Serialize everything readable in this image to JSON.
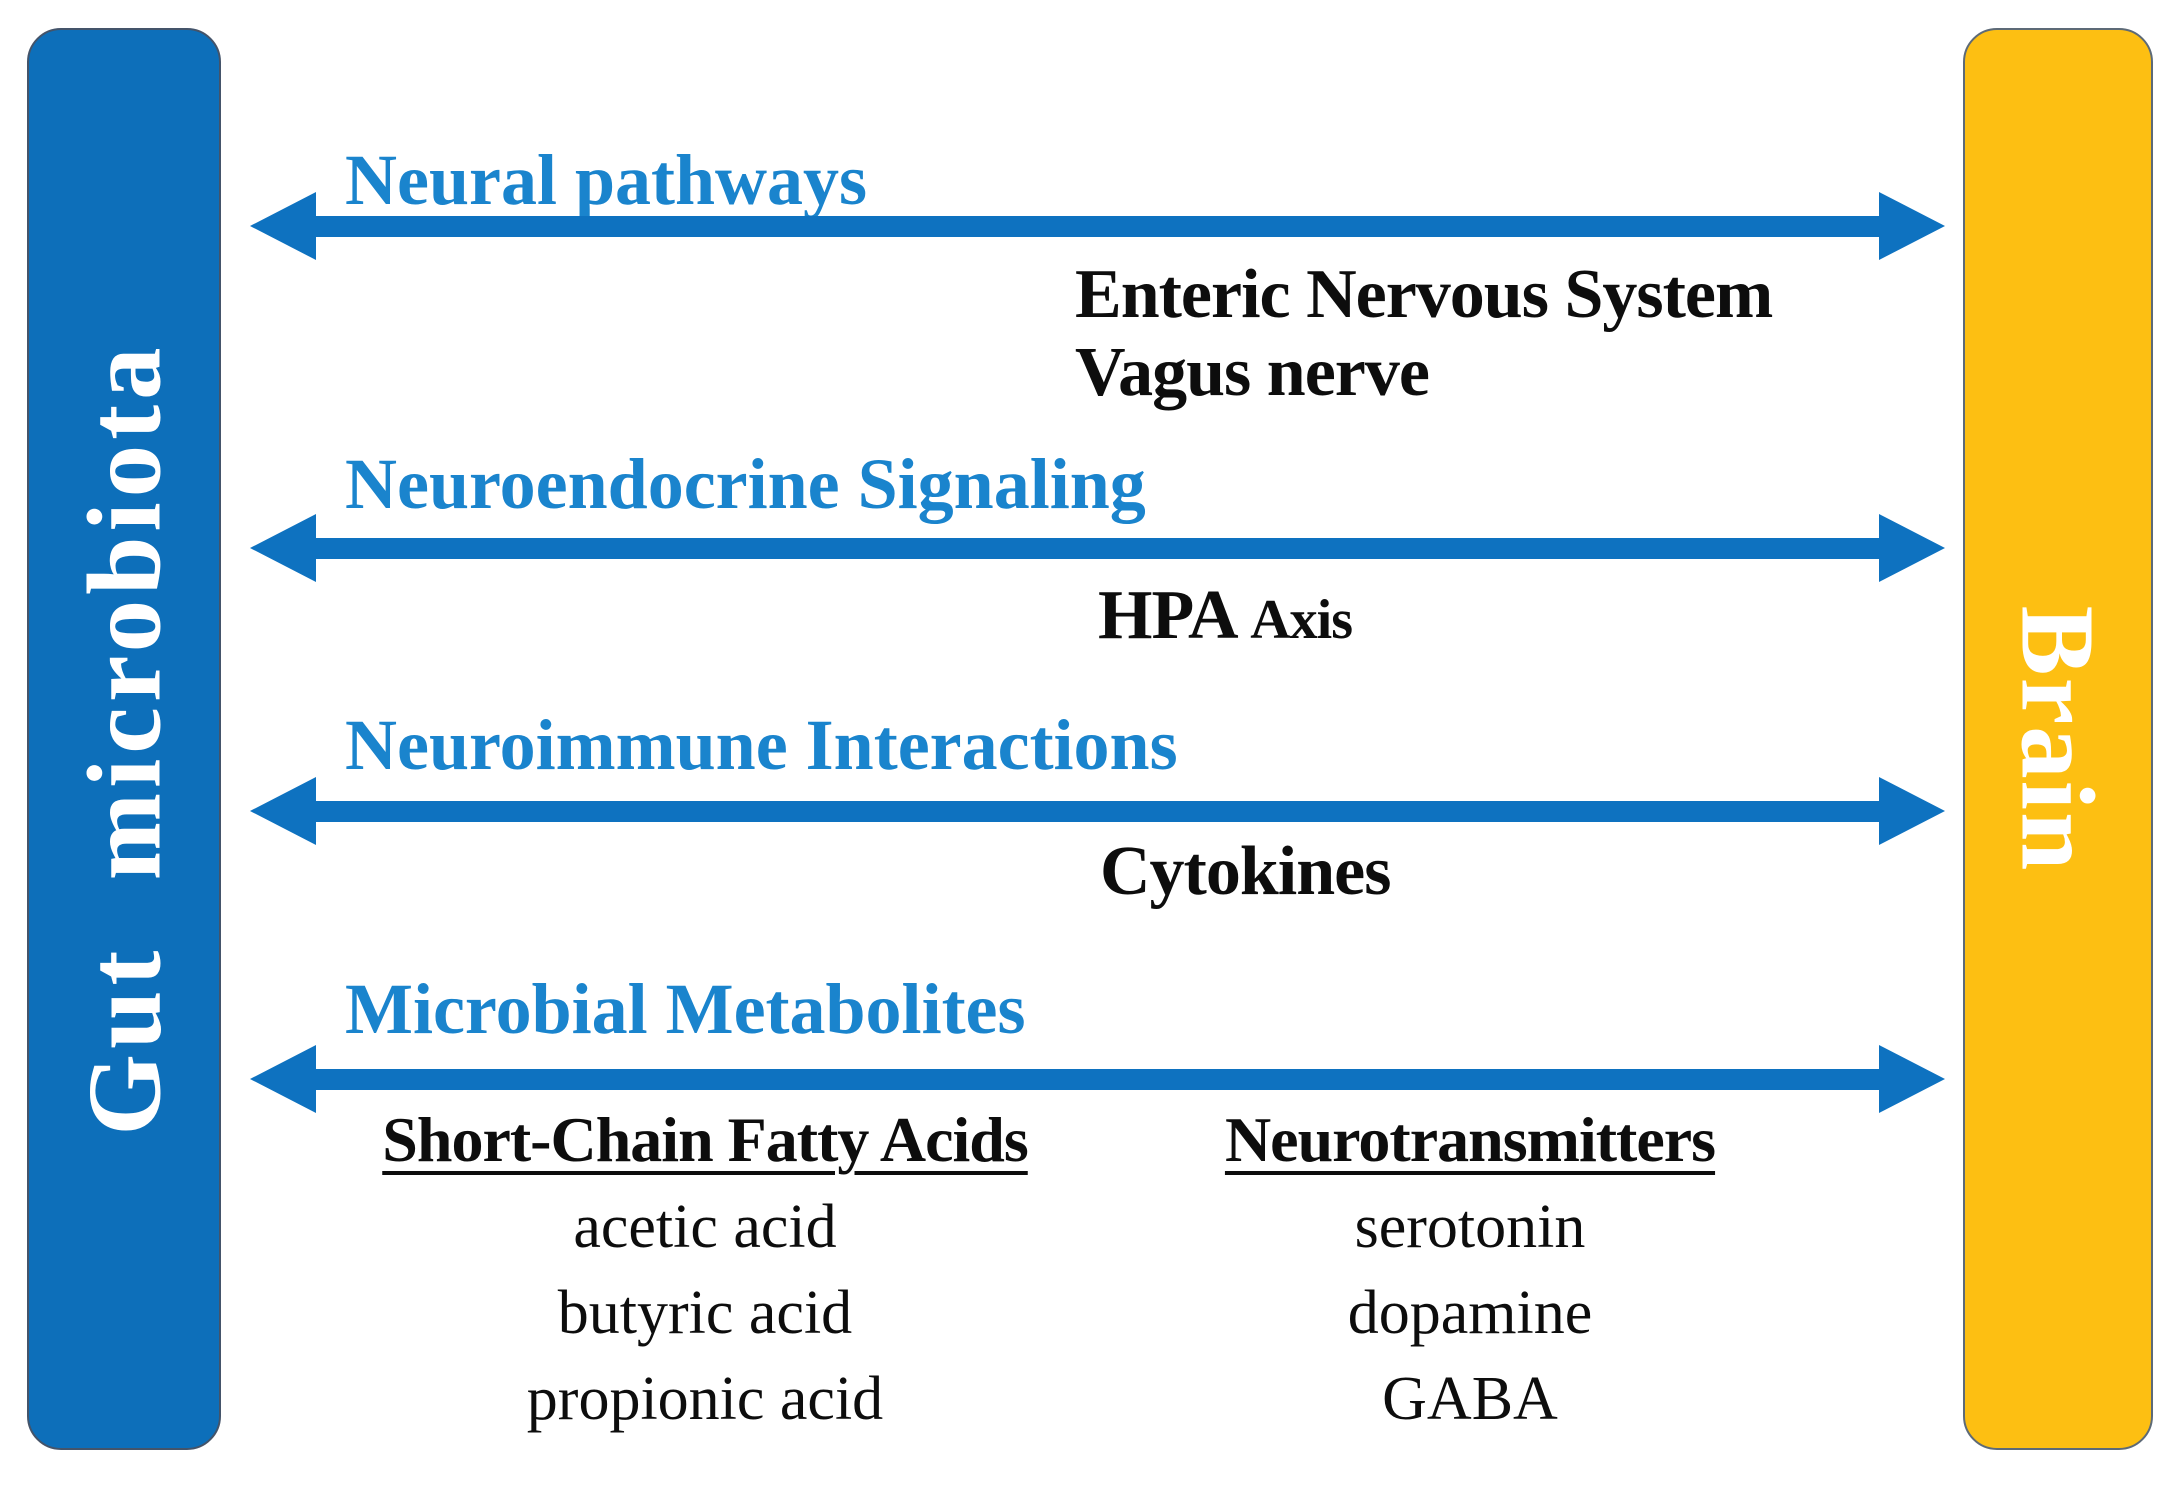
{
  "nodes": {
    "gut": {
      "label": "Gut microbiota",
      "fill": "#0d6fba",
      "text_color": "#ffffff"
    },
    "brain": {
      "label": "Brain",
      "fill": "#fdbf12",
      "text_color": "#ffffff"
    }
  },
  "colors": {
    "arrow": "#0e72c0",
    "pathway_heading": "#1a84cd",
    "mediator_text": "#0d0d0d",
    "background": "#ffffff"
  },
  "pathways": [
    {
      "label": "Neural pathways",
      "mediators": [
        "Enteric Nervous System",
        "Vagus nerve"
      ]
    },
    {
      "label": "Neuroendocrine Signaling",
      "mediator_main": "HPA",
      "mediator_small": "Axis"
    },
    {
      "label": "Neuroimmune Interactions",
      "mediators": [
        "Cytokines"
      ]
    },
    {
      "label": "Microbial Metabolites",
      "columns": [
        {
          "header": "Short-Chain Fatty Acids",
          "items": [
            "acetic acid",
            "butyric acid",
            "propionic acid"
          ]
        },
        {
          "header": "Neurotransmitters",
          "items": [
            "serotonin",
            "dopamine",
            "GABA"
          ]
        }
      ]
    }
  ]
}
